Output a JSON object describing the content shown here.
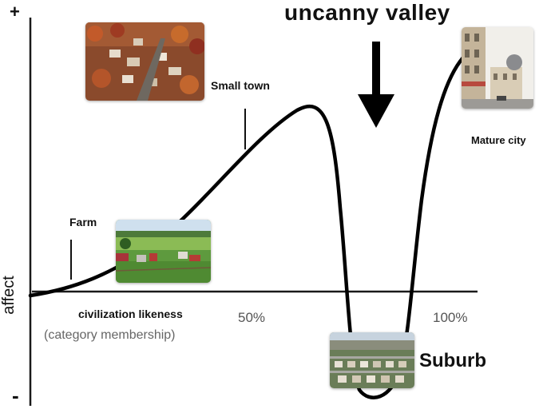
{
  "title": "uncanny valley",
  "axis": {
    "plus": "+",
    "minus": "-",
    "y_label": "affect",
    "x_label": "civilization likeness",
    "x_sublabel": "(category membership)",
    "x_ticks": [
      "50%",
      "100%"
    ]
  },
  "points": {
    "farm": "Farm",
    "small_town": "Small town",
    "mature_city": "Mature city",
    "suburb": "Suburb"
  },
  "icons": {
    "arrow": "down-arrow-icon",
    "photos": [
      "small-town-photo",
      "farm-photo",
      "mature-city-photo",
      "suburb-photo"
    ]
  },
  "colors": {
    "line": "#000000",
    "text": "#111111",
    "axis": "#1a1a1a"
  }
}
